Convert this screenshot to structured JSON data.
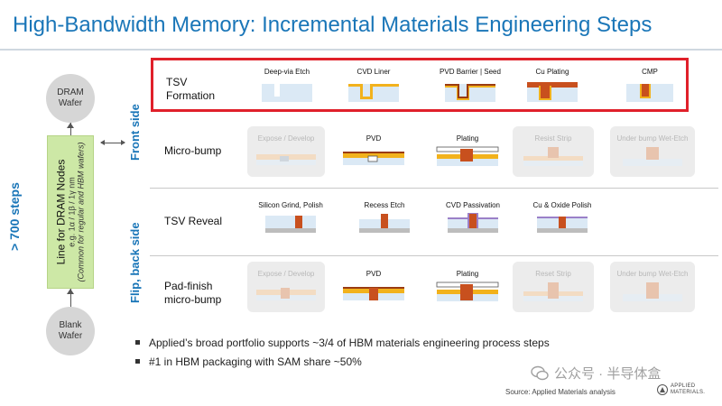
{
  "title": "High-Bandwidth Memory: Incremental Materials Engineering Steps",
  "flow": {
    "top_node": [
      "DRAM",
      "Wafer"
    ],
    "bottom_node": [
      "Blank",
      "Wafer"
    ],
    "box_line1": "Line for DRAM Nodes",
    "box_line2": "e.g. 1α / 1β / 1γ nm",
    "box_line3": "(Common for regular and HBM wafers)",
    "steps_count": "> 700 steps"
  },
  "side_labels": {
    "front": "Front side",
    "back": "Flip, back side"
  },
  "rows": [
    {
      "label": [
        "TSV",
        "Formation"
      ],
      "highlighted": true,
      "steps": [
        {
          "label": "Deep-via  Etch",
          "faded": false
        },
        {
          "label": "CVD Liner",
          "faded": false
        },
        {
          "label": "PVD Barrier  | Seed",
          "faded": false
        },
        {
          "label": "Cu Plating",
          "faded": false
        },
        {
          "label": "CMP",
          "faded": false
        }
      ]
    },
    {
      "label": [
        "Micro-bump"
      ],
      "highlighted": false,
      "steps": [
        {
          "label": "Expose / Develop",
          "faded": true
        },
        {
          "label": "PVD",
          "faded": false
        },
        {
          "label": "Plating",
          "faded": false
        },
        {
          "label": "Resist Strip",
          "faded": true
        },
        {
          "label": "Under bump Wet-Etch",
          "faded": true
        }
      ]
    },
    {
      "label": [
        "TSV Reveal"
      ],
      "highlighted": false,
      "steps": [
        {
          "label": "Silicon Grind, Polish",
          "faded": false
        },
        {
          "label": "Recess Etch",
          "faded": false
        },
        {
          "label": "CVD Passivation",
          "faded": false
        },
        {
          "label": "Cu & Oxide Polish",
          "faded": false
        }
      ]
    },
    {
      "label": [
        "Pad-finish",
        "micro-bump"
      ],
      "highlighted": false,
      "steps": [
        {
          "label": "Expose / Develop",
          "faded": true
        },
        {
          "label": "PVD",
          "faded": false
        },
        {
          "label": "Plating",
          "faded": false
        },
        {
          "label": "Reset Strip",
          "faded": true
        },
        {
          "label": "Under bump Wet-Etch",
          "faded": true
        }
      ]
    }
  ],
  "bullets": [
    "Applied’s broad portfolio supports ~3/4 of HBM materials engineering process steps",
    "#1 in HBM packaging with SAM share ~50%"
  ],
  "watermark": "公众号 · 半导体盒",
  "source": "Source: Applied Materials analysis",
  "logo_text": [
    "APPLIED",
    "MATERIALS."
  ],
  "colors": {
    "title_blue": "#1a76b8",
    "highlight_red": "#e0202a",
    "green_box": "#cde8a6",
    "copper": "#c8501e",
    "liner_yellow": "#f2b21c",
    "substrate_blue": "#dbe9f5",
    "base_gray": "#bdbdbd"
  }
}
